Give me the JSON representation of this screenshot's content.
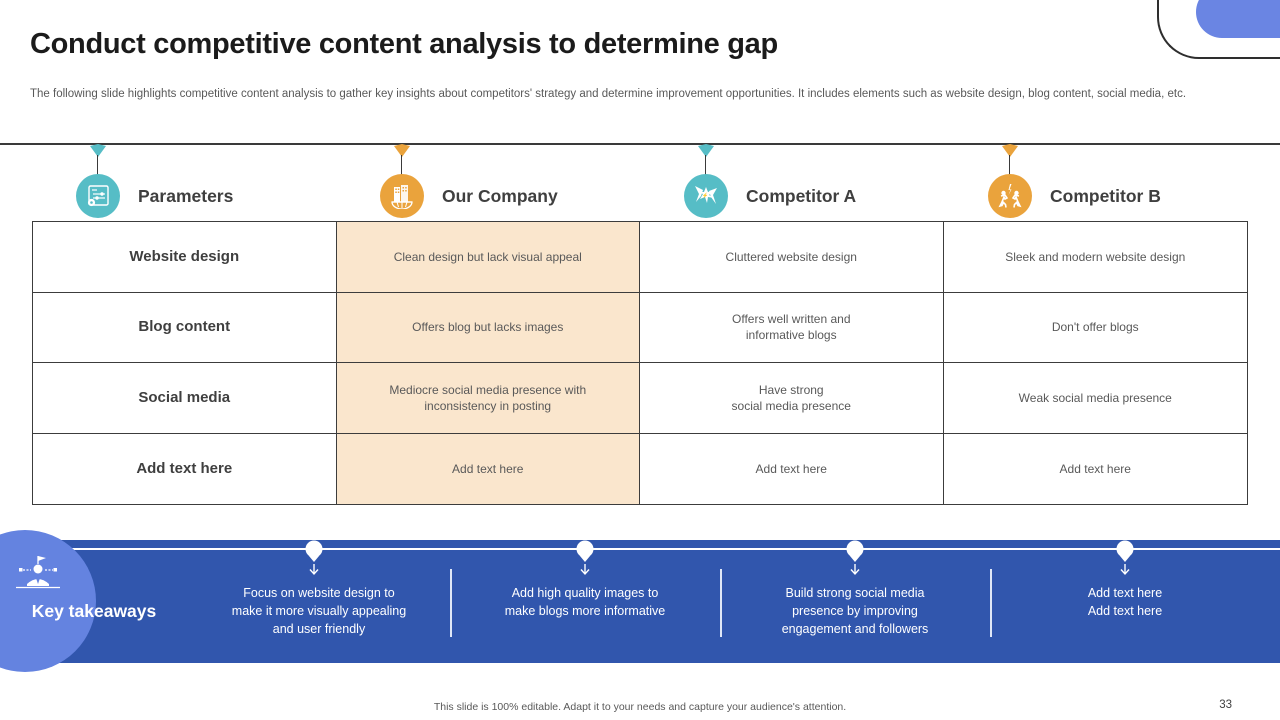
{
  "slide": {
    "title": "Conduct competitive content analysis to determine gap",
    "subtitle": "The following slide highlights competitive content analysis to gather key insights about competitors' strategy and determine improvement opportunities. It includes elements such as website design, blog content, social media, etc.",
    "footer": "This slide is 100% editable.  Adapt it to your needs and capture your audience's attention.",
    "page_number": "33"
  },
  "colors": {
    "accent_teal": "#56bdc6",
    "accent_orange": "#eaa33c",
    "band_blue": "#3156ad",
    "circle_blue": "#6483e0",
    "pill_blue": "#6a85e3",
    "our_company_cell": "#fae6cd"
  },
  "table": {
    "columns": [
      {
        "label": "Parameters",
        "icon": "parameters-settings-icon"
      },
      {
        "label": "Our Company",
        "icon": "company-buildings-icon"
      },
      {
        "label": "Competitor A",
        "icon": "clash-burst-icon"
      },
      {
        "label": "Competitor B",
        "icon": "racing-competitors-icon"
      }
    ],
    "rows": [
      {
        "parameter": "Website design",
        "our_company": "Clean design but lack visual appeal",
        "competitor_a": "Cluttered website design",
        "competitor_b": "Sleek and modern website design"
      },
      {
        "parameter": "Blog content",
        "our_company": "Offers blog but lacks images",
        "competitor_a": "Offers well written and\ninformative blogs",
        "competitor_b": "Don't offer blogs"
      },
      {
        "parameter": "Social media",
        "our_company": "Mediocre social media presence with\ninconsistency in posting",
        "competitor_a": "Have strong\nsocial media presence",
        "competitor_b": "Weak social media presence"
      },
      {
        "parameter": "Add text here",
        "our_company": "Add text here",
        "competitor_a": "Add text here",
        "competitor_b": "Add text here"
      }
    ]
  },
  "takeaways": {
    "label": "Key takeaways",
    "items": [
      "Focus on website design to\nmake it more visually appealing\nand user friendly",
      "Add high quality images to\nmake blogs more informative",
      "Build strong social media\npresence by improving\nengagement and followers",
      "Add text here\nAdd text here"
    ]
  }
}
